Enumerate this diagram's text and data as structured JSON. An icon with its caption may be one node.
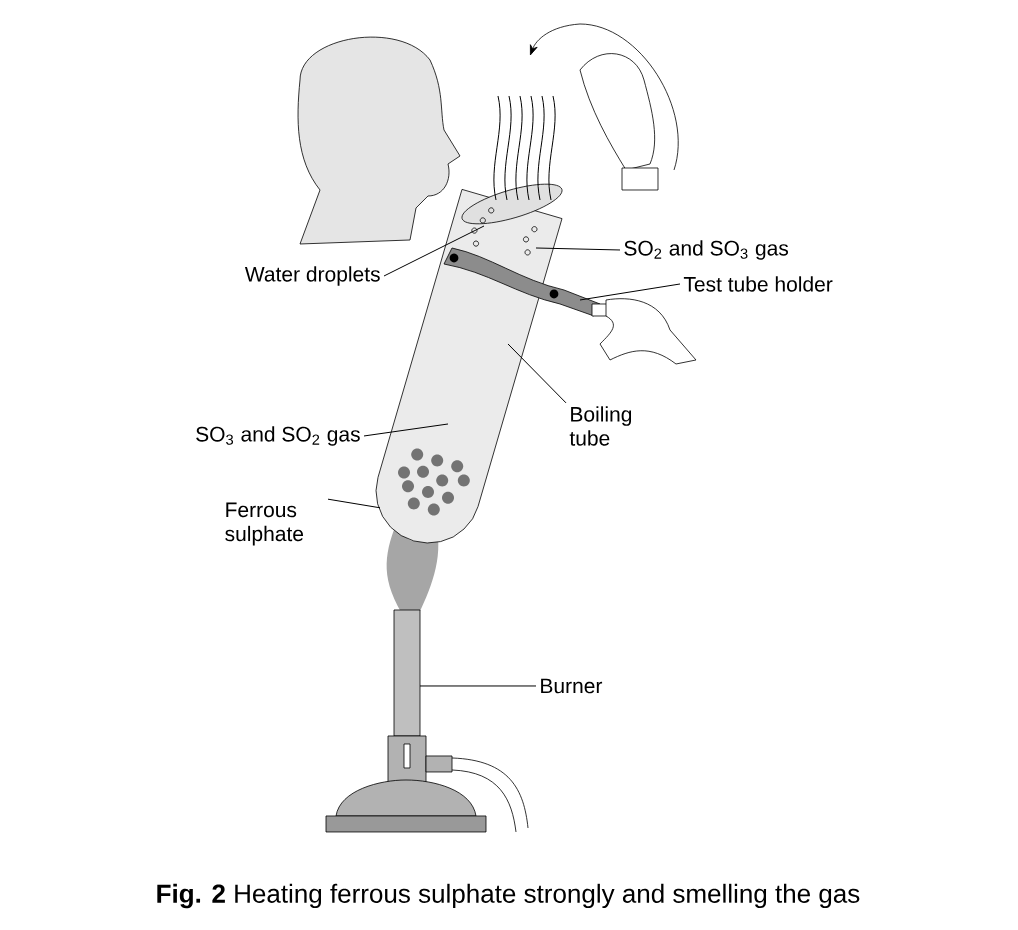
{
  "diagram": {
    "caption": "**Fig. 2** Heating ferrous sulphate strongly and smelling the gas",
    "nodes": [
      {
        "text": [
          "Water droplets"
        ]
      },
      {
        "text": [
          "SO$_{2}$ and SO$_{3}$ gas"
        ]
      },
      {
        "text": [
          "Test tube holder"
        ]
      },
      {
        "text": [
          "Boiling tube"
        ]
      },
      {
        "text": [
          "SO$_{3}$ and SO$_{2}$ gas"
        ]
      },
      {
        "text": [
          "Ferrous sulphate"
        ]
      },
      {
        "text": [
          "Burner"
        ]
      },
      {
        "text": [],
        "shape": "person"
      },
      {
        "text": [],
        "shape": "picture"
      },
      {
        "text": [],
        "shape": "picture",
        "in": 8
      },
      {
        "text": [],
        "shape": "picture",
        "in": 8
      },
      {
        "text": [],
        "shape": "picture"
      },
      {
        "text": [],
        "shape": "picture"
      }
    ],
    "edges": [
      {
        "from": 0,
        "to": 9,
        "arrow": "none"
      },
      {
        "from": 1,
        "to": 8,
        "arrow": "none"
      },
      {
        "from": 2,
        "to": 11,
        "arrow": "none"
      },
      {
        "from": 3,
        "to": 8,
        "arrow": "none"
      },
      {
        "from": 4,
        "to": 8,
        "arrow": "none"
      },
      {
        "from": 5,
        "to": 10,
        "arrow": "none"
      },
      {
        "from": 6,
        "to": 12,
        "arrow": "none"
      }
    ]
  }
}
